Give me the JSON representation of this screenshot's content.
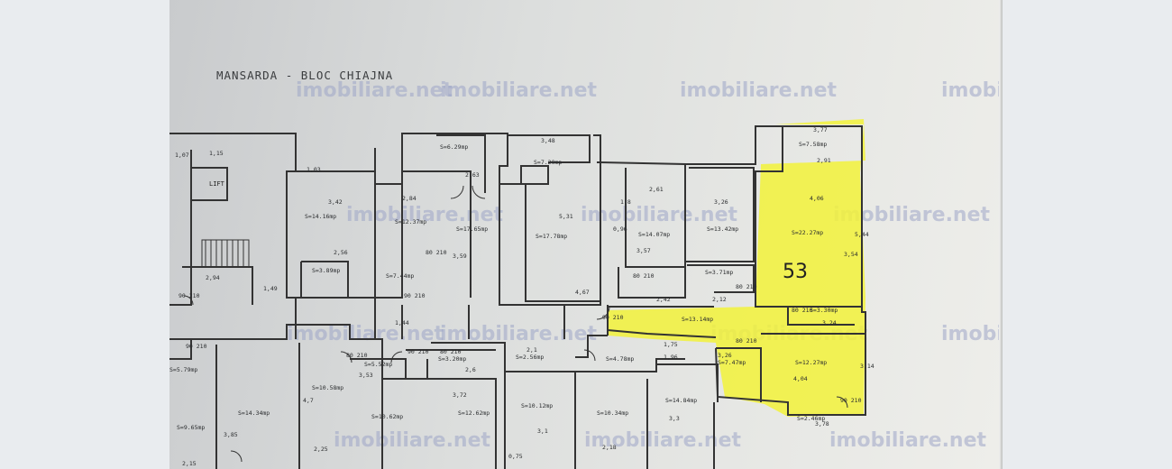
{
  "document": {
    "title": "MANSARDA - BLOC CHIAJNA",
    "watermark": "imobiliare.net",
    "highlighted_unit": "53",
    "lift_label": "LIFT",
    "highlight_color": "#f2f23a",
    "line_color": "#333333"
  },
  "rooms": [
    {
      "id": "r1",
      "area": "S=6.29mp"
    },
    {
      "id": "r2",
      "area": "S=7.20mp"
    },
    {
      "id": "r3",
      "area": "S=7.58mp"
    },
    {
      "id": "r4",
      "area": "S=14.16mp"
    },
    {
      "id": "r5",
      "area": "S=12.37mp"
    },
    {
      "id": "r6",
      "area": "S=17.65mp"
    },
    {
      "id": "r7",
      "area": "S=17.78mp"
    },
    {
      "id": "r8",
      "area": "S=14.07mp"
    },
    {
      "id": "r9",
      "area": "S=13.42mp"
    },
    {
      "id": "r10",
      "area": "S=22.27mp"
    },
    {
      "id": "r11",
      "area": "S=3.89mp"
    },
    {
      "id": "r12",
      "area": "S=7.44mp"
    },
    {
      "id": "r13",
      "area": "S=3.71mp"
    },
    {
      "id": "r14",
      "area": "S=13.14mp"
    },
    {
      "id": "r15",
      "area": "S=3.30mp"
    },
    {
      "id": "r16",
      "area": "S=5.79mp"
    },
    {
      "id": "r17",
      "area": "S=5.52mp"
    },
    {
      "id": "r18",
      "area": "S=3.20mp"
    },
    {
      "id": "r19",
      "area": "S=2.56mp"
    },
    {
      "id": "r20",
      "area": "S=4.78mp"
    },
    {
      "id": "r21",
      "area": "S=7.47mp"
    },
    {
      "id": "r22",
      "area": "S=12.27mp"
    },
    {
      "id": "r23",
      "area": "S=10.58mp"
    },
    {
      "id": "r24",
      "area": "S=14.34mp"
    },
    {
      "id": "r25",
      "area": "S=10.62mp"
    },
    {
      "id": "r26",
      "area": "S=12.62mp"
    },
    {
      "id": "r27",
      "area": "S=10.12mp"
    },
    {
      "id": "r28",
      "area": "S=10.34mp"
    },
    {
      "id": "r29",
      "area": "S=14.84mp"
    },
    {
      "id": "r30",
      "area": "S=9.65mp"
    },
    {
      "id": "r31",
      "area": "S=2.46mp"
    }
  ],
  "dimensions": [
    {
      "id": "d1",
      "text": "3,77"
    },
    {
      "id": "d2",
      "text": "3,48"
    },
    {
      "id": "d3",
      "text": "2,91"
    },
    {
      "id": "d4",
      "text": "1,07"
    },
    {
      "id": "d5",
      "text": "1,15"
    },
    {
      "id": "d6",
      "text": "1,03"
    },
    {
      "id": "d7",
      "text": "2,63"
    },
    {
      "id": "d8",
      "text": "2,84"
    },
    {
      "id": "d9",
      "text": "3,42"
    },
    {
      "id": "d10",
      "text": "3,26"
    },
    {
      "id": "d11",
      "text": "4,06"
    },
    {
      "id": "d12",
      "text": "2,61"
    },
    {
      "id": "d13",
      "text": "5,31"
    },
    {
      "id": "d14",
      "text": "0,96"
    },
    {
      "id": "d15",
      "text": "3,57"
    },
    {
      "id": "d16",
      "text": "3,59"
    },
    {
      "id": "d17",
      "text": "2,56"
    },
    {
      "id": "d18",
      "text": "2,94"
    },
    {
      "id": "d19",
      "text": "4,67"
    },
    {
      "id": "d20",
      "text": "2,42"
    },
    {
      "id": "d21",
      "text": "2,12"
    },
    {
      "id": "d22",
      "text": "3,24"
    },
    {
      "id": "d23",
      "text": "1,75"
    },
    {
      "id": "d24",
      "text": "1,96"
    },
    {
      "id": "d25",
      "text": "3,26"
    },
    {
      "id": "d26",
      "text": "4,04"
    },
    {
      "id": "d27",
      "text": "3,53"
    },
    {
      "id": "d28",
      "text": "2,6"
    },
    {
      "id": "d29",
      "text": "2,1"
    },
    {
      "id": "d30",
      "text": "3,72"
    },
    {
      "id": "d31",
      "text": "3,85"
    },
    {
      "id": "d32",
      "text": "3,1"
    },
    {
      "id": "d33",
      "text": "3,3"
    },
    {
      "id": "d34",
      "text": "2,18"
    },
    {
      "id": "d35",
      "text": "2,15"
    },
    {
      "id": "d36",
      "text": "2,25"
    },
    {
      "id": "d37",
      "text": "3,78"
    },
    {
      "id": "d38",
      "text": "4,7"
    },
    {
      "id": "d39",
      "text": "5,44"
    },
    {
      "id": "d40",
      "text": "3,54"
    },
    {
      "id": "d41",
      "text": "3,14"
    },
    {
      "id": "d42",
      "text": "1,44"
    },
    {
      "id": "d43",
      "text": "1,49"
    },
    {
      "id": "d44",
      "text": "1,8"
    },
    {
      "id": "d45",
      "text": "0,75"
    }
  ],
  "doors": [
    {
      "id": "door1",
      "text": "90 210"
    },
    {
      "id": "door2",
      "text": "90 210"
    },
    {
      "id": "door3",
      "text": "80 210"
    },
    {
      "id": "door4",
      "text": "90 210"
    },
    {
      "id": "door5",
      "text": "80 210"
    },
    {
      "id": "door6",
      "text": "80 210"
    },
    {
      "id": "door7",
      "text": "80 210"
    },
    {
      "id": "door8",
      "text": "90 210"
    },
    {
      "id": "door9",
      "text": "80 210"
    },
    {
      "id": "door10",
      "text": "90 210"
    },
    {
      "id": "door11",
      "text": "80 210"
    },
    {
      "id": "door12",
      "text": "90 210"
    },
    {
      "id": "door13",
      "text": "80 210"
    }
  ]
}
